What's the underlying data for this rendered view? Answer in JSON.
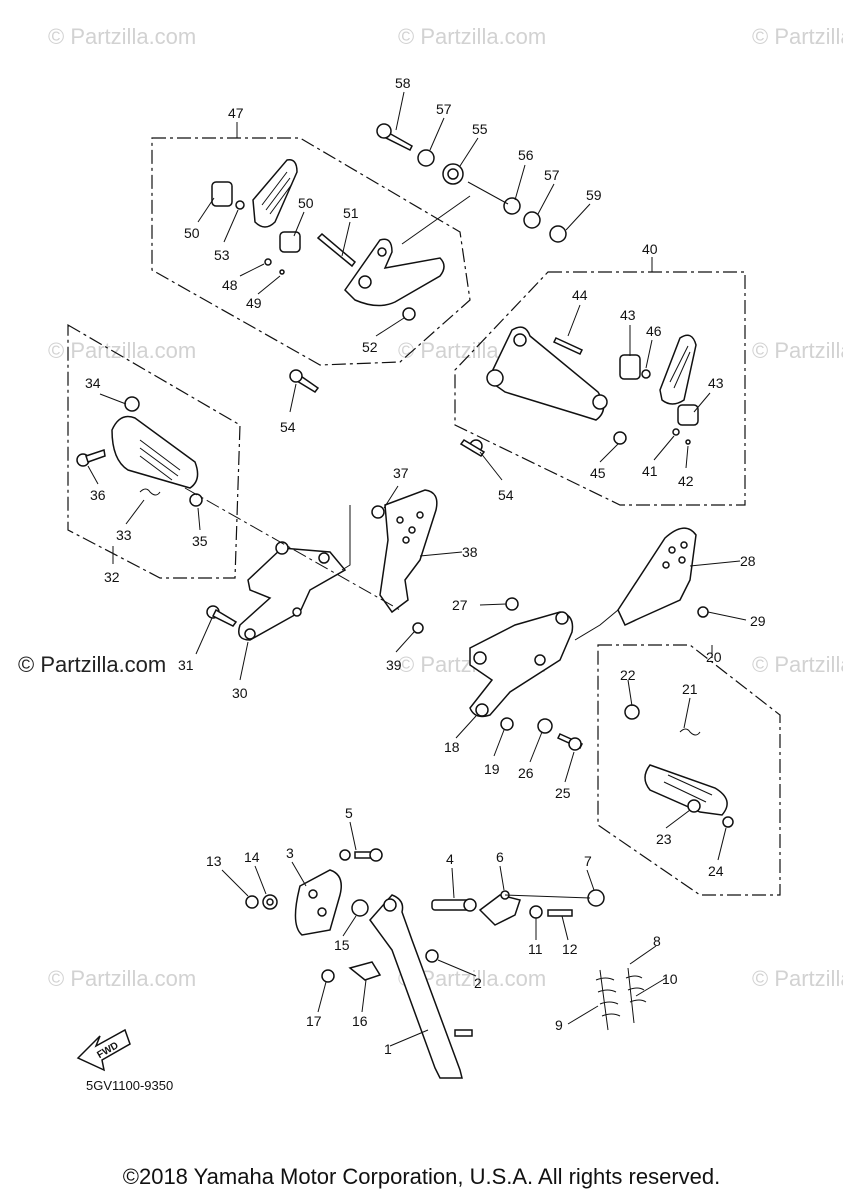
{
  "watermarks": [
    "© Partzilla.com",
    "© Partzilla.com",
    "© Partzilla.com",
    "© Partzilla.com",
    "© Partzilla.com",
    "© Partzilla.com",
    "© Partzilla.com",
    "© Partzilla.com",
    "© Partzilla.com",
    "© Partzilla.com",
    "© Partzilla.com",
    "© Partzilla.com"
  ],
  "watermark_strong": "© Partzilla.com",
  "diagram_code": "5GV1100-9350",
  "fwd_label": "FWD",
  "footer": "©2018 Yamaha Motor Corporation, U.S.A. All rights reserved.",
  "callouts": [
    "1",
    "2",
    "3",
    "4",
    "5",
    "6",
    "7",
    "8",
    "9",
    "10",
    "11",
    "12",
    "13",
    "14",
    "15",
    "16",
    "17",
    "18",
    "19",
    "20",
    "21",
    "22",
    "23",
    "24",
    "25",
    "26",
    "27",
    "28",
    "29",
    "30",
    "31",
    "32",
    "33",
    "34",
    "35",
    "36",
    "37",
    "38",
    "39",
    "40",
    "41",
    "42",
    "43",
    "43",
    "44",
    "45",
    "46",
    "47",
    "48",
    "49",
    "50",
    "50",
    "51",
    "52",
    "53",
    "54",
    "54",
    "55",
    "56",
    "57",
    "57",
    "58",
    "59"
  ]
}
